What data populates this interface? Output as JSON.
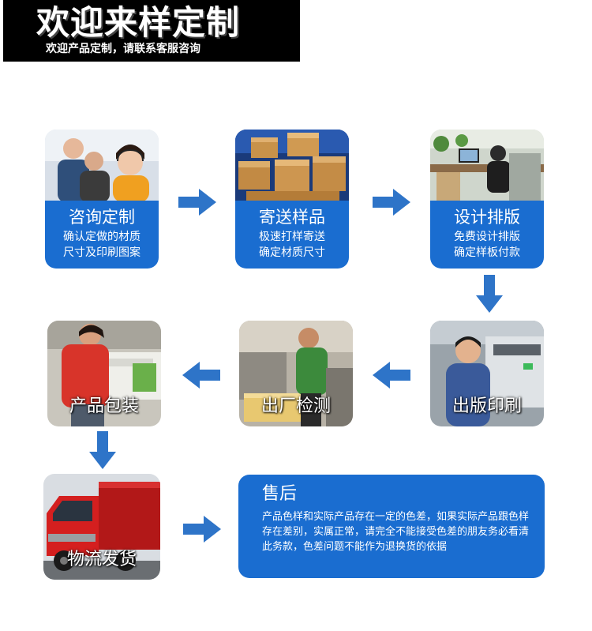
{
  "banner": {
    "title": "欢迎来样定制",
    "subtitle": "欢迎产品定制，请联系客服咨询"
  },
  "steps": [
    {
      "title": "咨询定制",
      "line1": "确认定做的材质",
      "line2": "尺寸及印刷图案"
    },
    {
      "title": "寄送样品",
      "line1": "极速打样寄送",
      "line2": "确定材质尺寸"
    },
    {
      "title": "设计排版",
      "line1": "免费设计排版",
      "line2": "确定样板付款"
    }
  ],
  "photo_steps": [
    {
      "caption": "出版印刷"
    },
    {
      "caption": "出厂检测"
    },
    {
      "caption": "产品包装"
    },
    {
      "caption": "物流发货"
    }
  ],
  "after_sales": {
    "title": "售后",
    "body": "产品色样和实际产品存在一定的色差，如果实际产品跟色样存在差别，实属正常，请完全不能接受色差的朋友务必看清此务款，色差问题不能作为退换货的依据"
  },
  "colors": {
    "accent_blue": "#1a6dd0",
    "arrow_blue": "#2e74c8",
    "banner_black": "#000000"
  }
}
